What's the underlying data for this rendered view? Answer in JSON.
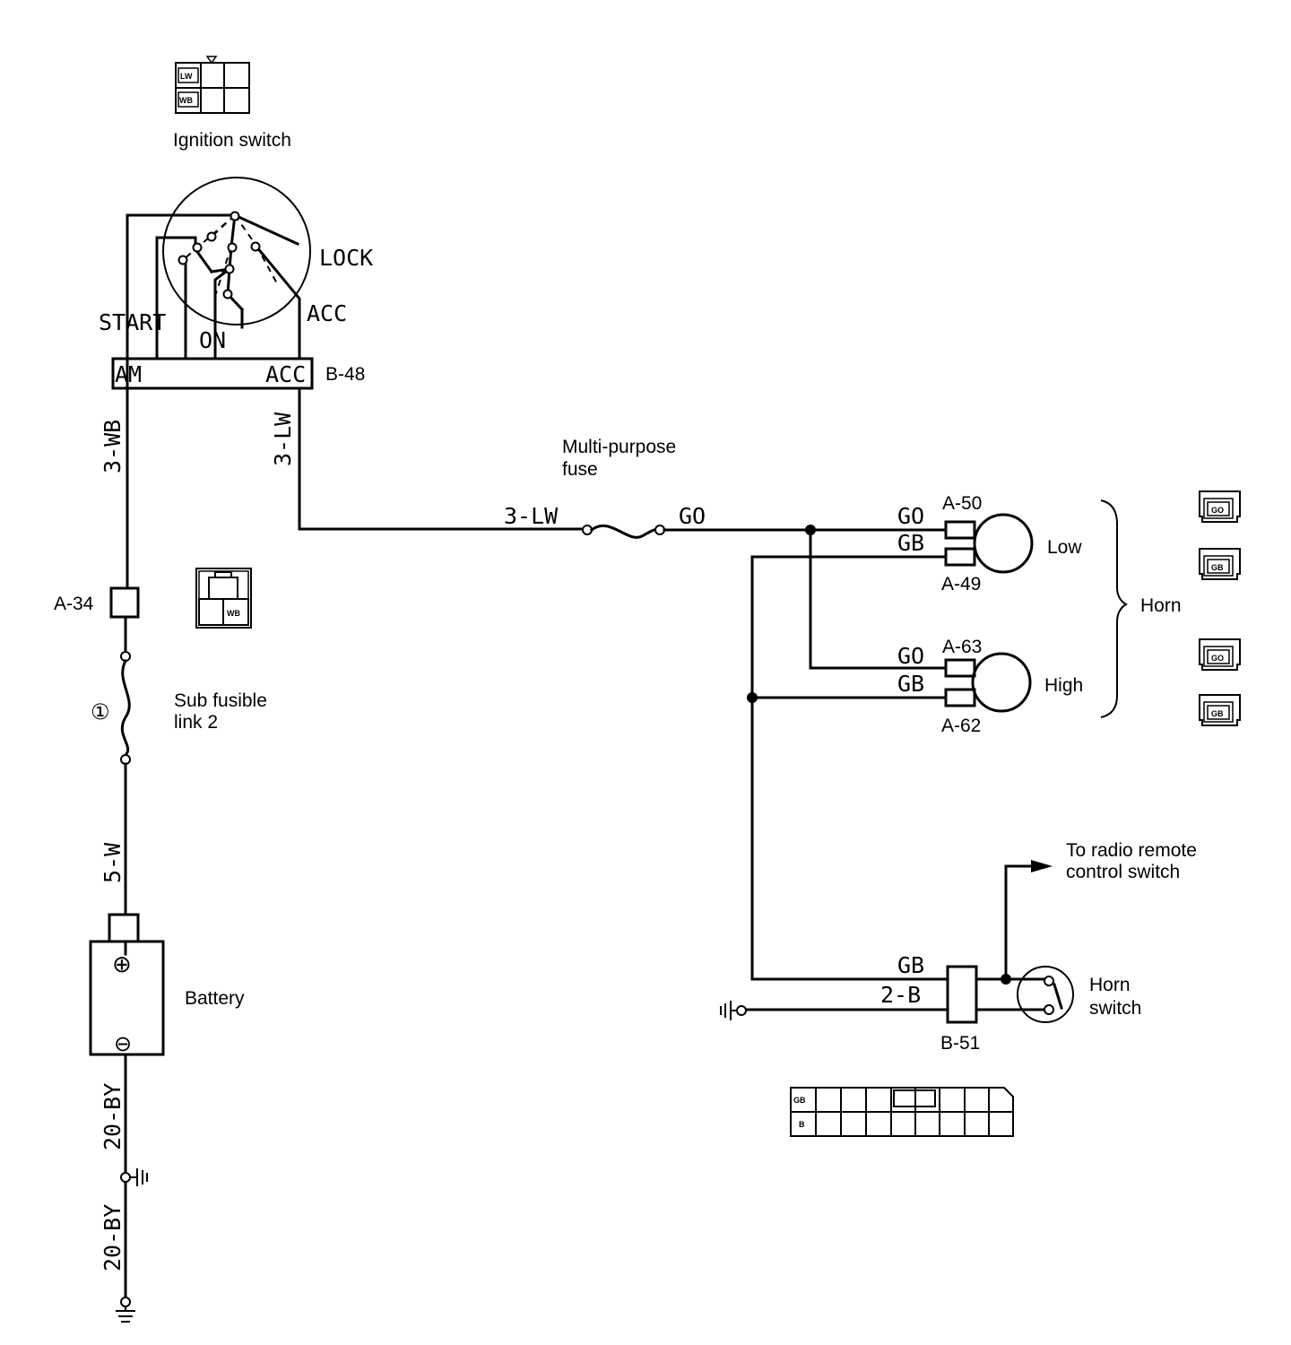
{
  "components": {
    "ignition_switch": "Ignition switch",
    "ign_pos_lock": "LOCK",
    "ign_pos_start": "START",
    "ign_pos_on": "ON",
    "ign_pos_acc": "ACC",
    "term_am": "AM",
    "term_acc": "ACC",
    "conn_b48": "B-48",
    "multi_fuse_line1": "Multi-purpose",
    "multi_fuse_line2": "fuse",
    "conn_a34": "A-34",
    "sub_fusible_line1": "Sub fusible",
    "sub_fusible_line2": "link 2",
    "fusible_number": "①",
    "battery": "Battery",
    "battery_plus": "⊕",
    "battery_minus": "⊖",
    "horn": "Horn",
    "horn_low": "Low",
    "horn_high": "High",
    "conn_a50": "A-50",
    "conn_a49": "A-49",
    "conn_a63": "A-63",
    "conn_a62": "A-62",
    "radio_line1": "To radio remote",
    "radio_line2": "control switch",
    "horn_switch_line1": "Horn",
    "horn_switch_line2": "switch",
    "conn_b51": "B-51"
  },
  "wires": {
    "w_3wb": "3-WB",
    "w_3lw_vert": "3-LW",
    "w_3lw_horiz": "3-LW",
    "w_go_fuse": "GO",
    "w_go_low": "GO",
    "w_gb_low": "GB",
    "w_go_high": "GO",
    "w_gb_high": "GB",
    "w_gb_sw": "GB",
    "w_2b": "2-B",
    "w_5w": "5-W",
    "w_20by_a": "20-BY",
    "w_20by_b": "20-BY"
  },
  "pin_labels": {
    "ign_lw": "LW",
    "ign_wb": "WB",
    "a34_wb": "WB",
    "horn_go_1": "GO",
    "horn_gb_1": "GB",
    "horn_go_2": "GO",
    "horn_gb_2": "GB",
    "b51_gb": "GB",
    "b51_b": "B"
  }
}
